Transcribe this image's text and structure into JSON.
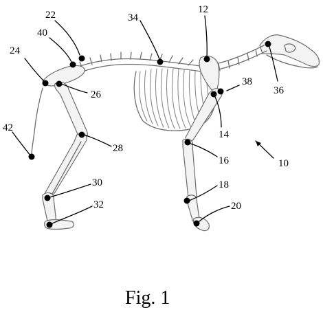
{
  "figure": {
    "caption": "Fig. 1",
    "reference_numerals": [
      {
        "id": "n10",
        "text": "10"
      },
      {
        "id": "n12",
        "text": "12"
      },
      {
        "id": "n14",
        "text": "14"
      },
      {
        "id": "n16",
        "text": "16"
      },
      {
        "id": "n18",
        "text": "18"
      },
      {
        "id": "n20",
        "text": "20"
      },
      {
        "id": "n22",
        "text": "22"
      },
      {
        "id": "n24",
        "text": "24"
      },
      {
        "id": "n26",
        "text": "26"
      },
      {
        "id": "n28",
        "text": "28"
      },
      {
        "id": "n30",
        "text": "30"
      },
      {
        "id": "n32",
        "text": "32"
      },
      {
        "id": "n34",
        "text": "34"
      },
      {
        "id": "n36",
        "text": "36"
      },
      {
        "id": "n38",
        "text": "38"
      },
      {
        "id": "n40",
        "text": "40"
      },
      {
        "id": "n42",
        "text": "42"
      }
    ]
  }
}
